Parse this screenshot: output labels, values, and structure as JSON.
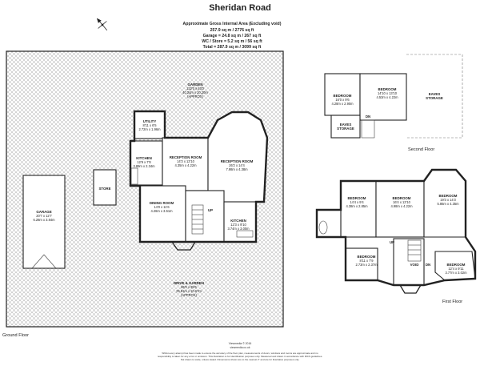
{
  "title": "Sheridan Road",
  "area_summary": {
    "heading": "Approximate Gross Internal Area (Excluding void)",
    "lines": [
      "257.9 sq m / 2776 sq ft",
      "Garage = 24.8 sq m / 267 sq ft",
      "WC / Store = 5.2 sq m / 56 sq ft",
      "Total = 287.9 sq m / 3099 sq ft"
    ]
  },
  "floors": {
    "ground": "Ground Floor",
    "first": "First Floor",
    "second": "Second Floor"
  },
  "ground_rooms": {
    "garden": [
      "GARDEN",
      "132'0 x 63'0",
      "40.24m x 20.20m",
      "(APPROX)"
    ],
    "garage": [
      "GARAGE",
      "20'7 x 12'7",
      "6.28m x 3.84m"
    ],
    "store": [
      "STORE"
    ],
    "utility": [
      "UTILITY",
      "8'11 x 6'5",
      "2.72m x 1.96m"
    ],
    "kitchen_left": [
      "KITCHEN",
      "12'9 x 7'8",
      "3.89m x 2.34m"
    ],
    "reception_mid": [
      "RECEPTION ROOM",
      "14'3 x 13'10",
      "4.35m x 4.22m"
    ],
    "reception_right": [
      "RECEPTION ROOM",
      "26'2 x 14'4",
      "7.98m x 4.38m"
    ],
    "dining": [
      "DINING ROOM",
      "14'0 x 11'6",
      "4.26m x 3.51m"
    ],
    "kitchen_right": [
      "KITCHEN",
      "12'3 x 9'10",
      "3.74m x 3.00m"
    ],
    "drive": [
      "DRIVE & GARDEN",
      "85'0 x 35'6",
      "25.91m x 10.67m",
      "(APPROX)"
    ],
    "up": "UP"
  },
  "first_rooms": {
    "bedroom_a": [
      "BEDROOM",
      "14'4 x 9'4",
      "4.38m x 2.85m"
    ],
    "bedroom_b": [
      "BEDROOM",
      "16'4 x 13'10",
      "4.98m x 4.22m"
    ],
    "bedroom_c": [
      "BEDROOM",
      "19'3 x 14'3",
      "5.86m x 4.35m"
    ],
    "bedroom_d": [
      "BEDROOM",
      "8'11 x 7'9",
      "2.73m x 2.37m"
    ],
    "bedroom_e": [
      "BEDROOM",
      "12'4 x 9'11",
      "3.77m x 3.02m"
    ],
    "void": "VOID",
    "up": "UP",
    "dn": "DN"
  },
  "second_rooms": {
    "bedroom_a": [
      "BEDROOM",
      "16'0 x 9'6",
      "4.28m x 2.90m"
    ],
    "bedroom_b": [
      "BEDROOM",
      "14'10 x 13'10",
      "4.53m x 4.22m"
    ],
    "eaves_left": [
      "EAVES",
      "STORAGE"
    ],
    "eaves_right": [
      "EAVES",
      "STORAGE"
    ],
    "dn": "DN"
  },
  "footer": {
    "credit": "Viewmedia © 2016",
    "site": "viewmedia.co.uk",
    "disclaimer": [
      "Whilst every attempt has been made to ensure the accuracy of the floor plan, measurements of doors, windows and rooms are approximate and no",
      "responsibility is taken for any error or omission. This illustration is for identification purposes only. Measured and drawn in accordance with RICS guidelines.",
      "Not drawn to scale, unless stated. Dimensions shown are to the nearest 2\" and are for illustrative purposes only."
    ]
  },
  "colors": {
    "wall": "#222222",
    "hatch": "#9a9a9a",
    "background": "#ffffff"
  },
  "icons": {
    "north": "compass-arrow-icon"
  }
}
